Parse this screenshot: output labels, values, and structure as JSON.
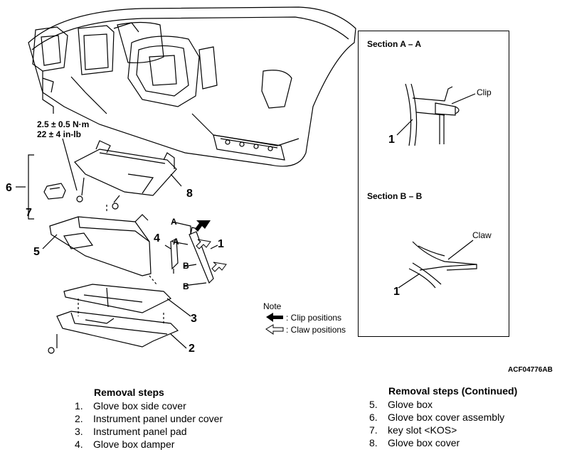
{
  "torque": {
    "line1": "2.5 ± 0.5 N·m",
    "line2": "22 ± 4 in-lb"
  },
  "callouts": {
    "c1": "1",
    "c2": "2",
    "c3": "3",
    "c4": "4",
    "c5": "5",
    "c6": "6",
    "c7": "7",
    "c8": "8"
  },
  "section_letters": {
    "a_top": "A",
    "a_bottom": "A",
    "b_top": "B",
    "b_bottom": "B"
  },
  "note": {
    "title": "Note",
    "clip": ": Clip positions",
    "claw": ": Claw positions"
  },
  "section_aa": {
    "title": "Section A – A",
    "label_clip": "Clip",
    "label_part": "1"
  },
  "section_bb": {
    "title": "Section B – B",
    "label_claw": "Claw",
    "label_part": "1"
  },
  "figure_id": "ACF04776AB",
  "removal_steps": {
    "title": "Removal steps",
    "items": [
      {
        "num": "1.",
        "text": "Glove box side cover"
      },
      {
        "num": "2.",
        "text": "Instrument panel under cover"
      },
      {
        "num": "3.",
        "text": "Instrument panel pad"
      },
      {
        "num": "4.",
        "text": "Glove box damper"
      }
    ]
  },
  "removal_steps_continued": {
    "title": "Removal steps (Continued)",
    "items": [
      {
        "num": "5.",
        "text": "Glove box"
      },
      {
        "num": "6.",
        "text": "Glove box cover assembly"
      },
      {
        "num": "7.",
        "text": "key slot <KOS>"
      },
      {
        "num": "8.",
        "text": "Glove box cover"
      }
    ]
  }
}
